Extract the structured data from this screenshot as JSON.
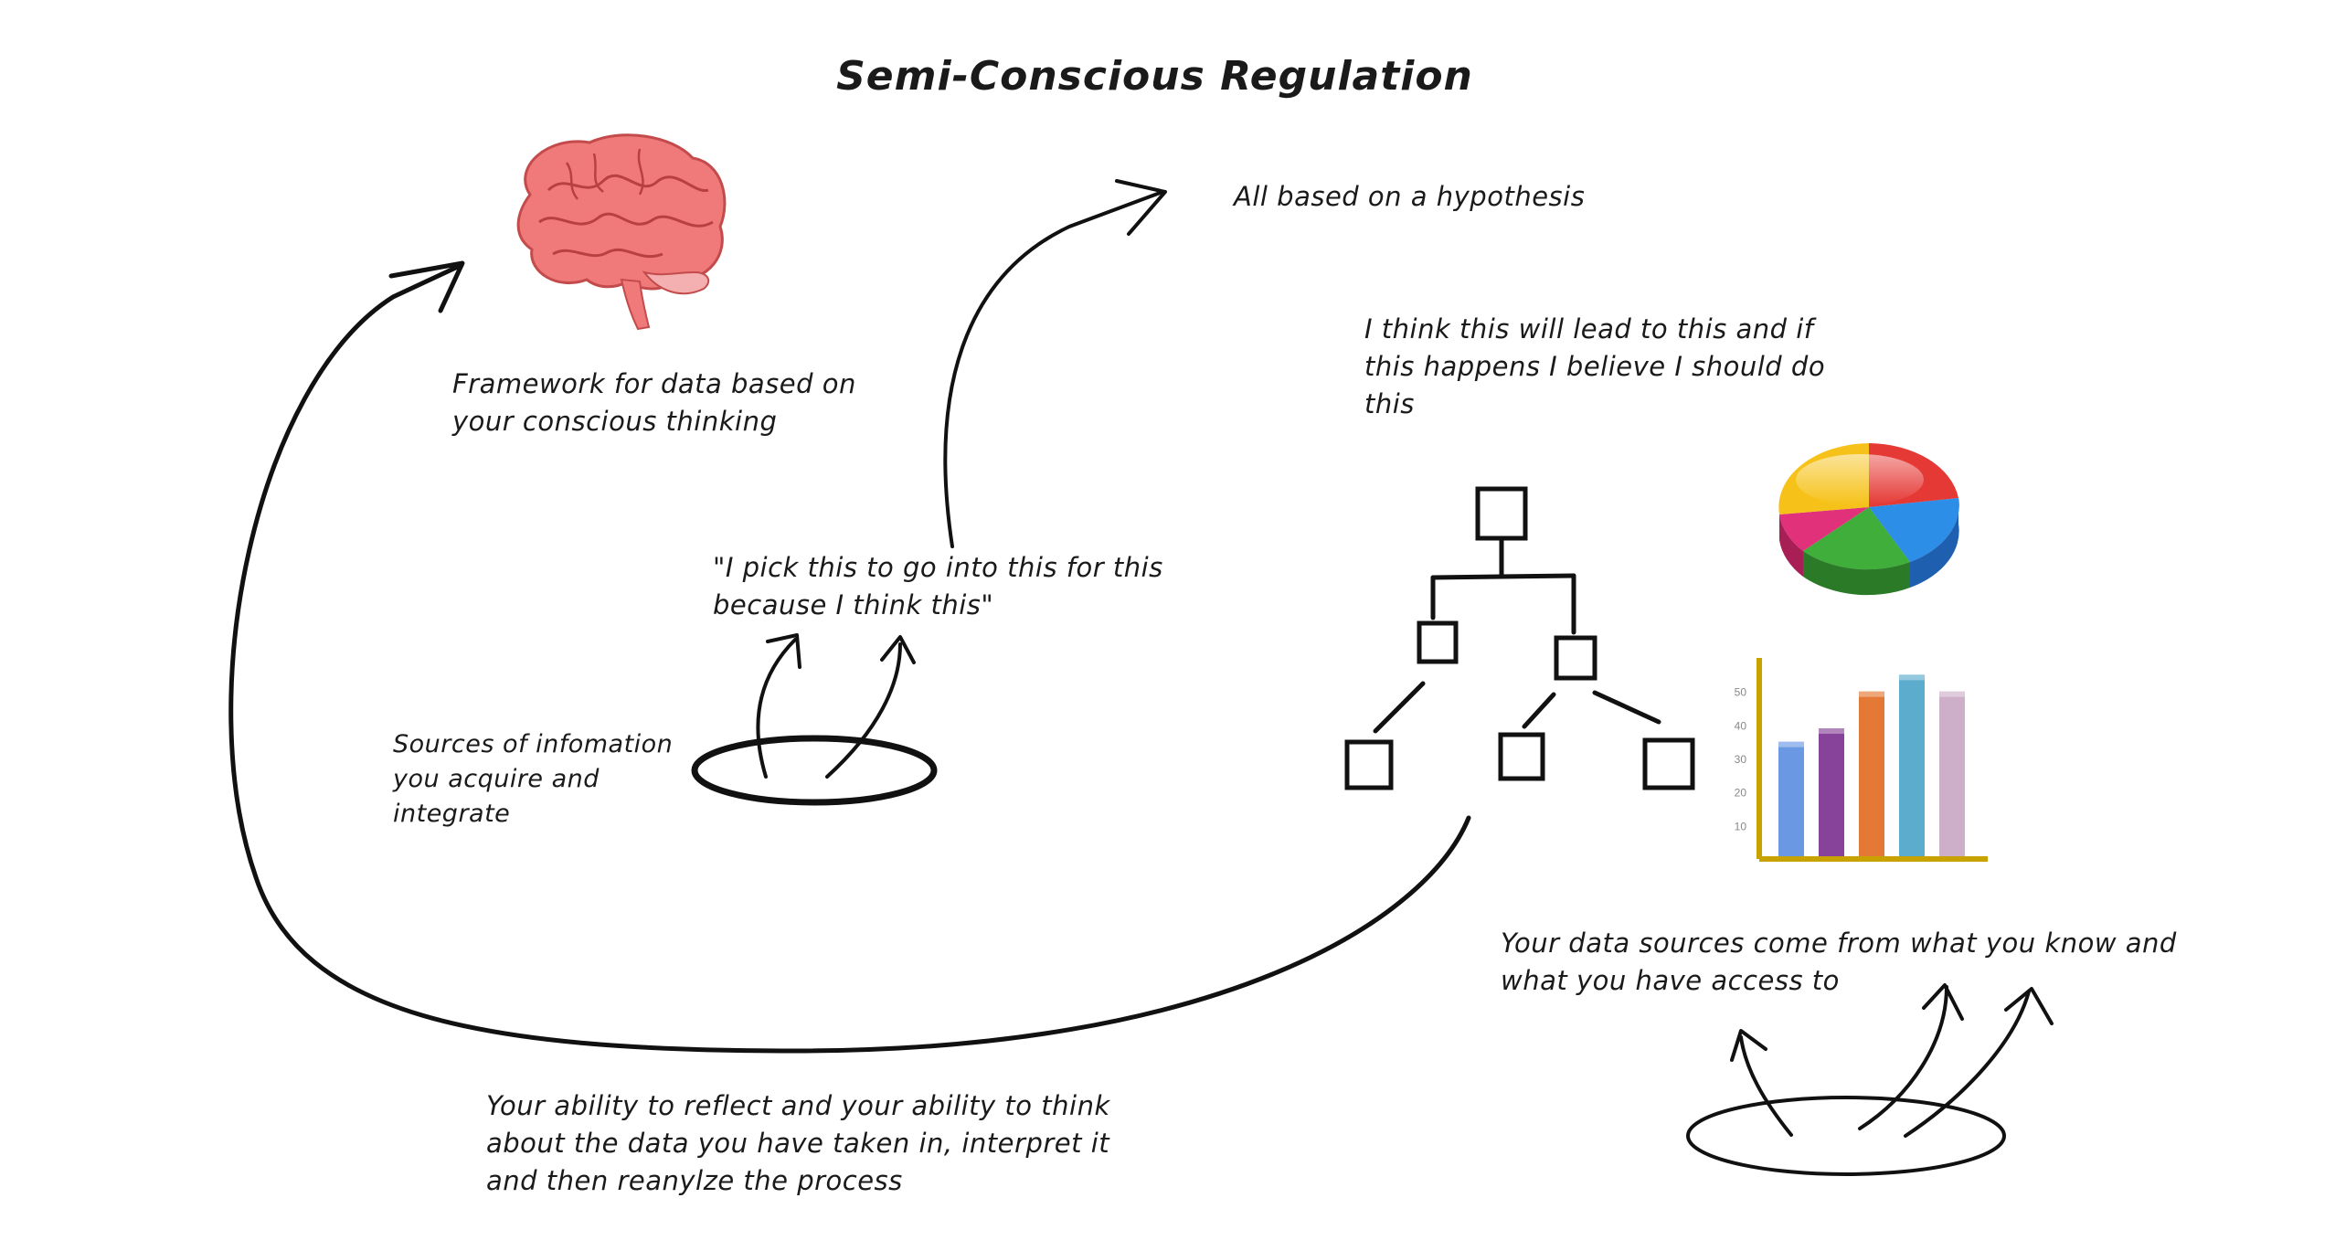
{
  "title": "Semi-Conscious Regulation",
  "notes": {
    "hypothesis": "All based on a hypothesis",
    "framework": [
      "Framework for data based on",
      "your conscious thinking"
    ],
    "belief": [
      "I think this will lead to this and if",
      "this happens I believe I should do",
      "this"
    ],
    "pick": [
      "\"I pick this to go into this for this",
      "because I think this\""
    ],
    "sources": [
      "Sources of infomation",
      "you acquire and",
      "integrate"
    ],
    "data_sources": [
      "Your data sources come from what you know and",
      "what you have access to"
    ],
    "reflect": [
      "Your ability to reflect and your ability to think",
      "about the data you have taken in, interpret it",
      "and then reanylze the process"
    ]
  },
  "icons": {
    "brain": "brain-icon",
    "pie": "pie-chart-icon",
    "bar": "bar-chart-icon",
    "tree": "hierarchy-tree-icon"
  },
  "chart_data": {
    "type": "bar",
    "categories": [
      "",
      "",
      "",
      "",
      ""
    ],
    "values": [
      35,
      39,
      50,
      55,
      50
    ],
    "yticks": [
      "10",
      "20",
      "30",
      "40",
      "50"
    ],
    "ylim": [
      0,
      60
    ],
    "colors": [
      "#5b8de0",
      "#7a2e8e",
      "#e06a1e",
      "#4aa3c8",
      "#c9a6c4"
    ]
  },
  "pie_colors": [
    "#e53935",
    "#2d8ee8",
    "#3fae3a",
    "#e0317a",
    "#f6c21a"
  ],
  "colors": {
    "ink": "#1a1a1a",
    "brain": "#f07a7a",
    "axis": "#c8a300"
  }
}
